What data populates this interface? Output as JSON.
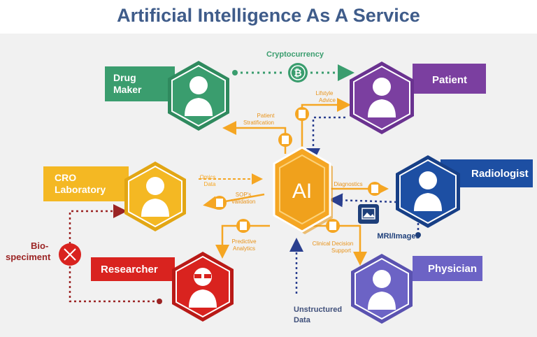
{
  "title": "Artificial Intelligence As A Service",
  "colors": {
    "title": "#3f5c8a",
    "orange": "#f5a623",
    "green": "#3a9d6e",
    "purple": "#7b3fa0",
    "blue": "#1d4fa3",
    "red": "#d9231f",
    "yellow": "#f4b823",
    "lavender": "#6c63c5",
    "dark_red": "#9b2424",
    "navy": "#1e3f7a"
  },
  "center": {
    "label": "AI"
  },
  "nodes": {
    "drug_maker": {
      "line1": "Drug",
      "line2": "Maker"
    },
    "patient": {
      "label": "Patient"
    },
    "cro": {
      "line1": "CRO",
      "line2": "Laboratory"
    },
    "radiologist": {
      "label": "Radiologist"
    },
    "researcher": {
      "label": "Researcher"
    },
    "physician": {
      "label": "Physician"
    }
  },
  "flows": {
    "cryptocurrency": "Cryptocurrency",
    "patient_stratification": {
      "line1": "Patient",
      "line2": "Stratification"
    },
    "lifestyle_advice": {
      "line1": "Lifstyle",
      "line2": "Advice"
    },
    "omics_data": {
      "line1": "Omics",
      "line2": "Data"
    },
    "sops_validation": {
      "line1": "SOP's",
      "line2": "Validation"
    },
    "diagnostics": "Diagnostics",
    "mri_images": "MRI/Images",
    "predictive_analytics": {
      "line1": "Predictive",
      "line2": "Analytics"
    },
    "clinical_decision_support": {
      "line1": "Clinical Decision",
      "line2": "Support"
    },
    "unstructured_data": {
      "line1": "Unstructured",
      "line2": "Data"
    },
    "biospeciment": {
      "line1": "Bio-",
      "line2": "speciment"
    }
  }
}
